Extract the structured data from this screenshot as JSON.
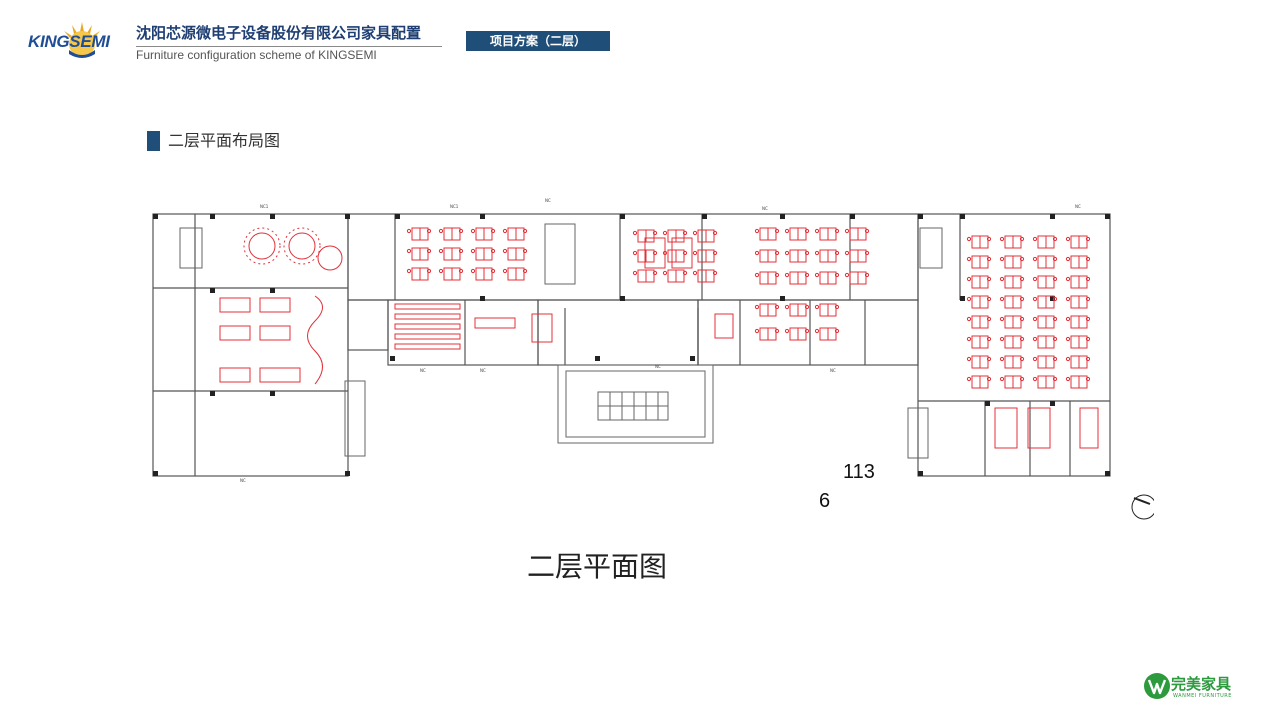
{
  "header": {
    "brand": "KINGSEMI",
    "title": "沈阳芯源微电子设备股份有限公司家具配置",
    "subtitle": "Furniture configuration scheme of KINGSEMI",
    "project_badge": "项目方案（二层）"
  },
  "section": {
    "title": "二层平面布局图"
  },
  "plan": {
    "number_large": "113",
    "number_small": "6",
    "caption": "二层平面图"
  },
  "footer": {
    "brand": "完美家具",
    "brand_en": "WANMEI FURNITURE"
  },
  "colors": {
    "accent": "#1f4e79",
    "brand_blue": "#1f4e96",
    "furniture_red": "#e0313a",
    "footer_green": "#2d9a3e"
  }
}
